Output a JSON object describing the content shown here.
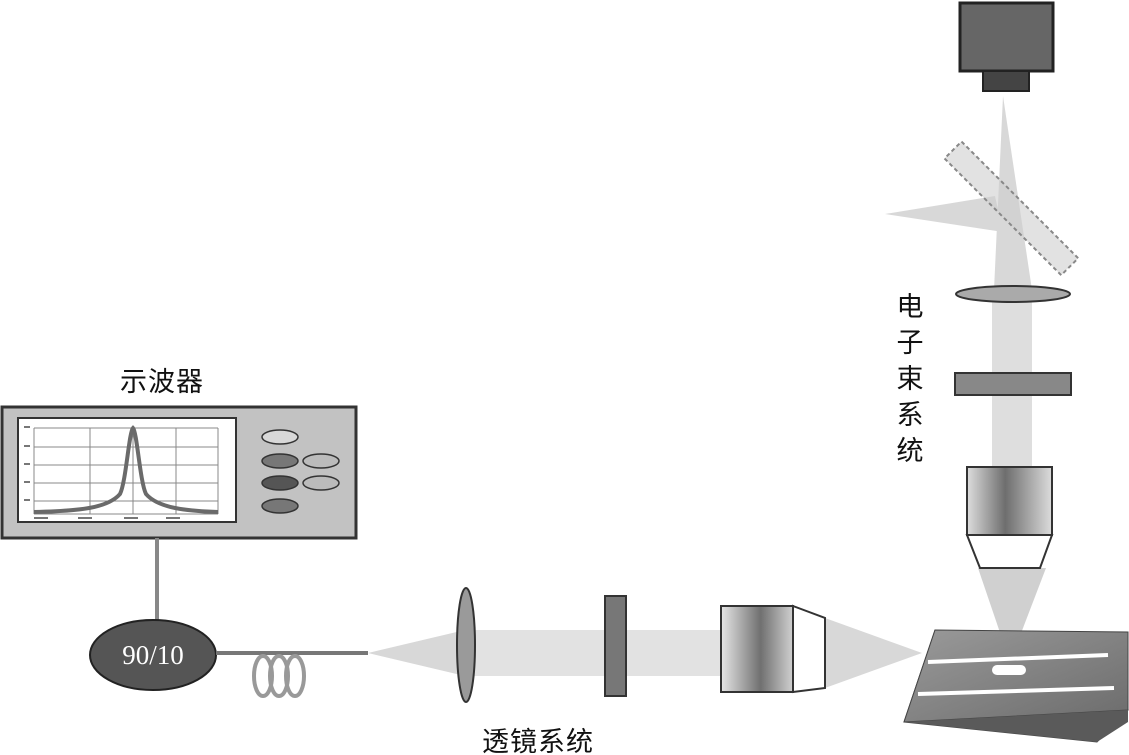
{
  "labels": {
    "oscilloscope": "示波器",
    "lens_system": "透镜系统",
    "electron_beam_system": "电子束系统",
    "coupler": "90/10"
  },
  "colors": {
    "beam": "#d8d8d8",
    "outline": "#333333",
    "dark_fill": "#555555",
    "mid_fill": "#7a7a7a",
    "light_fill": "#bdbdbd",
    "screen": "#ffffff",
    "trace": "#6a6a6a"
  },
  "oscilloscope_trace": {
    "type": "line",
    "shape": "lorentzian resonance peak"
  },
  "icons": [
    "oscilloscope",
    "fiber-coupler",
    "fiber-coil",
    "lens",
    "plate",
    "objective",
    "beam-splitter",
    "camera",
    "sample-chip"
  ]
}
